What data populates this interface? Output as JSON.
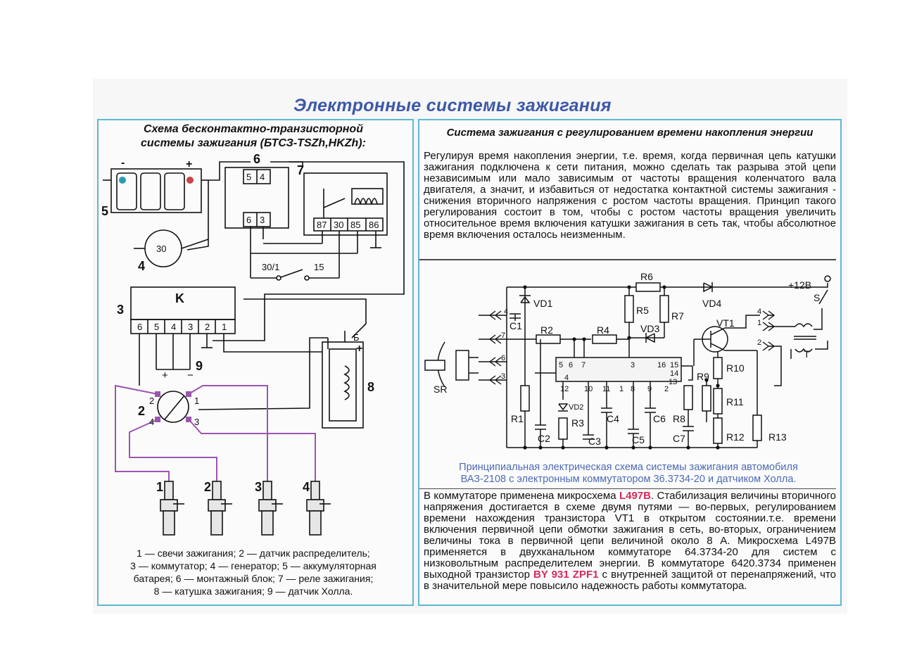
{
  "page_title": "Электронные системы зажигания",
  "left": {
    "title_line1": "Схема бесконтактно-транзисторной",
    "title_line2": "системы зажигания (БТСЗ-TSZh,HKZh):",
    "labels": {
      "battery_minus": "-",
      "battery_plus": "+",
      "n5": "5",
      "n6": "6",
      "n7": "7",
      "n4": "4",
      "n3": "3",
      "n2": "2",
      "n8": "8",
      "n9": "9",
      "gen": "30",
      "k": "K",
      "relay_pins": [
        "87",
        "30",
        "85",
        "86"
      ],
      "block_top": [
        "5",
        "4"
      ],
      "block_bottom": [
        "6",
        "3"
      ],
      "commutator_pins": [
        "6",
        "5",
        "4",
        "3",
        "2",
        "1"
      ],
      "switch_a": "30/1",
      "switch_b": "15",
      "coil_b": "Б",
      "coil_plus": "+",
      "hall_plus": "+",
      "hall_minus": "−",
      "dist_1": "1",
      "dist_2": "2",
      "dist_3": "3",
      "dist_4": "4",
      "plugs": [
        "1",
        "2",
        "3",
        "4"
      ]
    },
    "legend_line1": "1 — свечи зажигания; 2 — датчик распределитель;",
    "legend_line2": "3 — коммутатор; 4 — генератор; 5 — аккумуляторная",
    "legend_line3": "батарея; 6 — монтажный блок; 7 — реле зажигания;",
    "legend_line4": "8 — катушка зажигания; 9 — датчик Холла."
  },
  "right": {
    "title": "Система зажигания с регулированием времени накопления энергии",
    "para1": "Регулируя время накопления энергии, т.е. время, когда первичная цепь катушки зажигания подключена к сети питания, можно сделать так разрыва этой цепи независимым или мало зависимым от частоты вращения коленчатого вала двигателя, а значит, и избавиться от недостатка контактной системы зажигания - снижения вторичного напряжения с ростом частоты вращения. Принцип такого регулирования состоит в том, чтобы с ростом частоты вращения увеличить относительное время включения катушки зажигания в сеть так, чтобы абсолютное время включения осталось неизменным.",
    "caption_line1": "Принципиальная электрическая схема системы зажигания автомобиля",
    "caption_line2": "ВАЗ-2108 с электронным коммутатором 36.3734-20 и датчиком Холла.",
    "para2_a": "В коммутаторе применена микросхема ",
    "para2_chip": "L497B",
    "para2_b": ". Стабилизация величины вторичного напряжения достигается в схеме двумя путями — во-первых, регулированием времени нахождения транзистора VT1 в открытом состоянии.т.е. времени включения первичной цепи обмотки зажигания в сеть, во-вторых, ограничением величины тока в первичной цепи величиной около 8 А. Микросхема L497B применяется в двухканальном коммутаторе 64.3734-20 для систем с низковольтным распределителем энергии. В коммутаторе 6420.3734 применен выходной транзистор ",
    "para2_tr": "BY 931 ZPF1",
    "para2_c": " с внутренней защитой от перенапряжений, что в значительной мере повысило надежность работы коммутатора.",
    "schem": {
      "vd1": "VD1",
      "c1": "C1",
      "r2": "R2",
      "r4": "R4",
      "r6": "R6",
      "r5": "R5",
      "r7": "R7",
      "vd3": "VD3",
      "vd4": "VD4",
      "vt1": "VT1",
      "v12": "+12В",
      "s": "S",
      "t": "T",
      "r1": "R1",
      "c2": "C2",
      "vd2": "VD2",
      "r3": "R3",
      "c3": "C3",
      "c4": "C4",
      "c5": "C5",
      "c6": "C6",
      "r8": "R8",
      "c7": "C7",
      "r9": "R9",
      "r10": "R10",
      "r11": "R11",
      "r12": "R12",
      "r13": "R13",
      "sr": "SR",
      "pin_4": "4",
      "pin_7": "7",
      "pin_6": "6",
      "pin_3": "3",
      "out_4": "4",
      "out_1": "1",
      "out_2": "2",
      "ic_top": [
        "5",
        "6",
        "7",
        "3",
        "16",
        "15",
        "14",
        "13",
        "4"
      ],
      "ic_bottom": [
        "12",
        "10",
        "11",
        "1",
        "8",
        "9",
        "2"
      ]
    }
  }
}
